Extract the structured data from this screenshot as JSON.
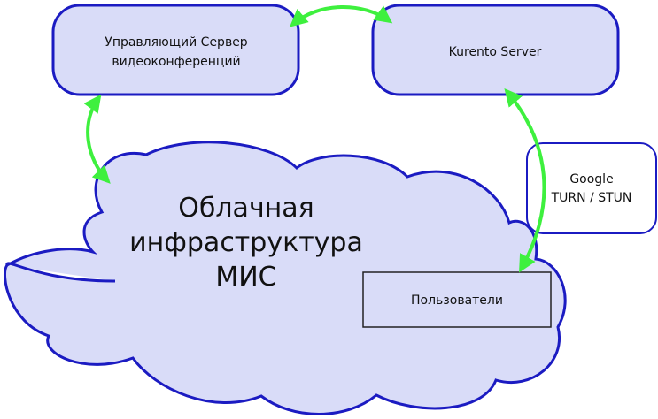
{
  "colors": {
    "node_fill": "#d9dcf8",
    "node_stroke": "#1b1bc2",
    "cloud_fill": "#d9dcf8",
    "cloud_stroke": "#1b1bc2",
    "arrow": "#3ef03e",
    "users_box_stroke": "#222222",
    "text": "#111111"
  },
  "nodes": {
    "video_server": {
      "line1": "Управляющий Сервер",
      "line2": "видеоконференций"
    },
    "kurento": {
      "label": "Kurento Server"
    },
    "google": {
      "line1": "Google",
      "line2": "TURN / STUN"
    },
    "cloud": {
      "line1": "Облачная",
      "line2": "инфраструктура",
      "line3": "МИС"
    },
    "users": {
      "label": "Пользователи"
    }
  }
}
